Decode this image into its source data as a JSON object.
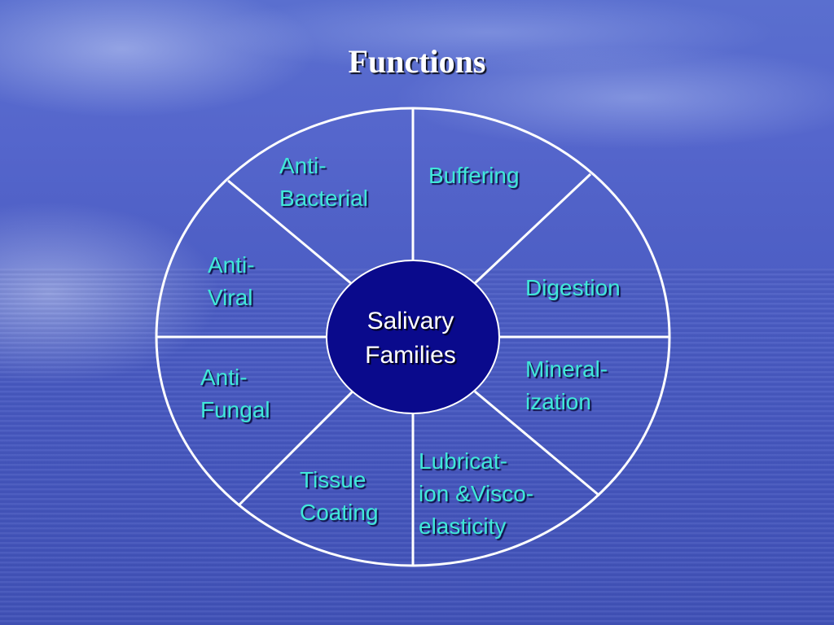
{
  "slide": {
    "title": "Functions"
  },
  "diagram": {
    "center": {
      "line1": "Salivary",
      "line2": "Families"
    },
    "segments": [
      {
        "id": "anti-bacterial",
        "lines": [
          "Anti-",
          "Bacterial"
        ]
      },
      {
        "id": "buffering",
        "lines": [
          "Buffering"
        ]
      },
      {
        "id": "anti-viral",
        "lines": [
          "Anti-",
          "Viral"
        ]
      },
      {
        "id": "digestion",
        "lines": [
          "Digestion"
        ]
      },
      {
        "id": "anti-fungal",
        "lines": [
          "Anti-",
          "Fungal"
        ]
      },
      {
        "id": "mineralization",
        "lines": [
          "Mineral-",
          "ization"
        ]
      },
      {
        "id": "tissue-coating",
        "lines": [
          "Tissue",
          "Coating"
        ]
      },
      {
        "id": "lubrication",
        "lines": [
          "Lubricat-",
          "ion &Visco-",
          "elasticity"
        ]
      }
    ],
    "colors": {
      "wheel_stroke": "#ffffff",
      "hub_fill": "#0a0a8c",
      "label_text": "#40e8d8",
      "title_text": "#ffffff"
    }
  }
}
